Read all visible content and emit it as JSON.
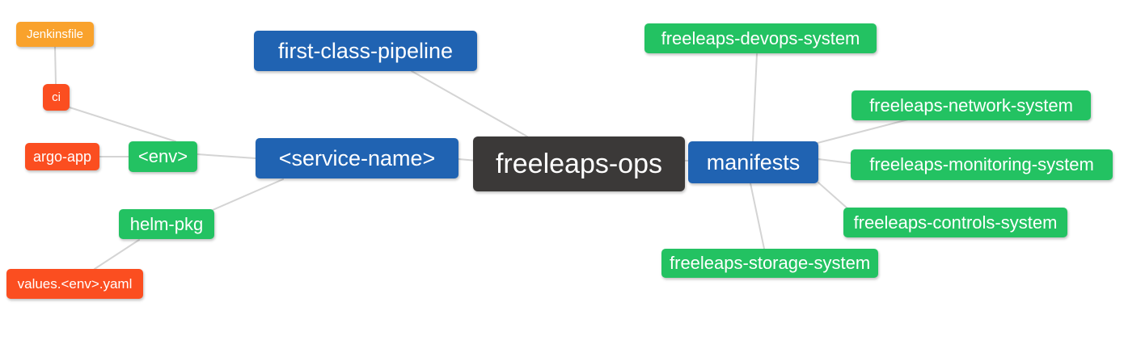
{
  "palette": {
    "root_bg": "#3B3938",
    "primary_bg": "#2063B2",
    "success_bg": "#23C262",
    "warning_bg": "#F9A22C",
    "danger_bg": "#FB4E20",
    "edge_color": "#D4D4D4",
    "node_text": "#FFFFFF",
    "canvas_bg": "#FFFFFF"
  },
  "nodes": {
    "root": {
      "label": "freeleaps-ops"
    },
    "first_class_pipeline": {
      "label": "first-class-pipeline"
    },
    "service_name": {
      "label": "<service-name>"
    },
    "manifests": {
      "label": "manifests"
    },
    "env": {
      "label": "<env>"
    },
    "helm_pkg": {
      "label": "helm-pkg"
    },
    "jenkinsfile": {
      "label": "Jenkinsfile"
    },
    "ci": {
      "label": "ci"
    },
    "argo_app": {
      "label": "argo-app"
    },
    "values_env_yaml": {
      "label": "values.<env>.yaml"
    },
    "devops_system": {
      "label": "freeleaps-devops-system"
    },
    "network_system": {
      "label": "freeleaps-network-system"
    },
    "monitoring_system": {
      "label": "freeleaps-monitoring-system"
    },
    "controls_system": {
      "label": "freeleaps-controls-system"
    },
    "storage_system": {
      "label": "freeleaps-storage-system"
    }
  },
  "edges": [
    {
      "from": "Jenkinsfile",
      "to": "ci"
    },
    {
      "from": "ci",
      "to": "<env>"
    },
    {
      "from": "argo-app",
      "to": "<env>"
    },
    {
      "from": "<env>",
      "to": "<service-name>"
    },
    {
      "from": "helm-pkg",
      "to": "<service-name>"
    },
    {
      "from": "values.<env>.yaml",
      "to": "helm-pkg"
    },
    {
      "from": "first-class-pipeline",
      "to": "freeleaps-ops"
    },
    {
      "from": "<service-name>",
      "to": "freeleaps-ops"
    },
    {
      "from": "freeleaps-ops",
      "to": "manifests"
    },
    {
      "from": "manifests",
      "to": "freeleaps-devops-system"
    },
    {
      "from": "manifests",
      "to": "freeleaps-network-system"
    },
    {
      "from": "manifests",
      "to": "freeleaps-monitoring-system"
    },
    {
      "from": "manifests",
      "to": "freeleaps-controls-system"
    },
    {
      "from": "manifests",
      "to": "freeleaps-storage-system"
    }
  ]
}
